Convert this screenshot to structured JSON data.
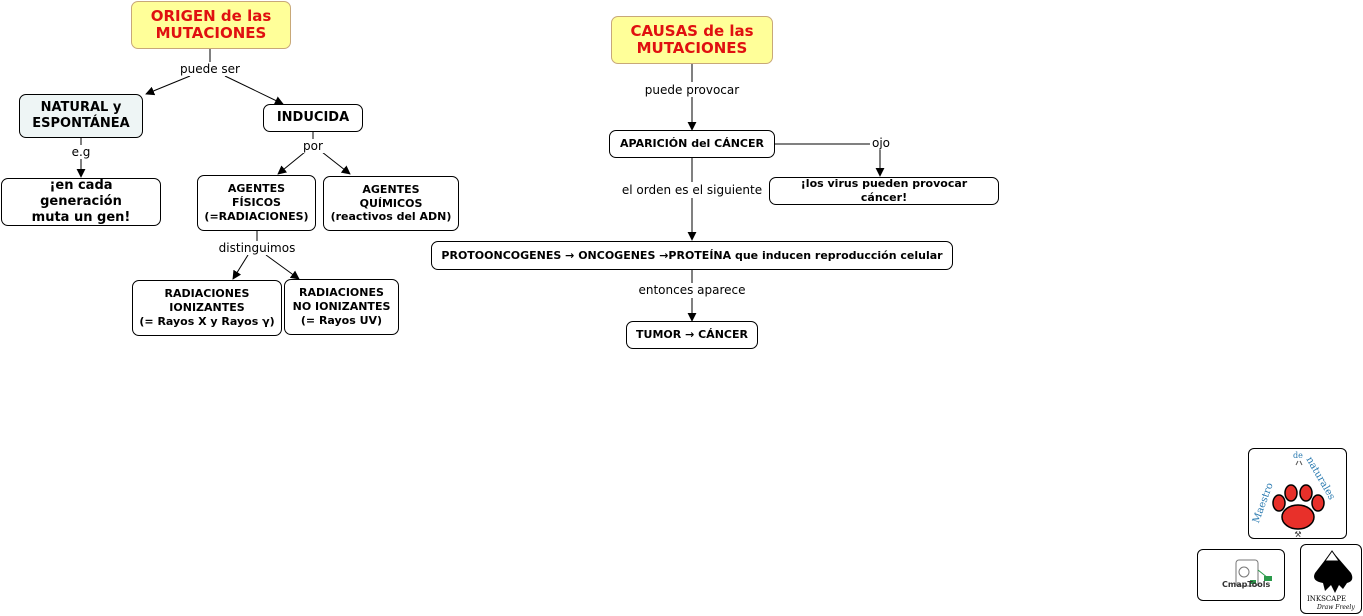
{
  "nodes": {
    "origen": "ORIGEN de las\nMUTACIONES",
    "causas": "CAUSAS de las\nMUTACIONES",
    "natural": "NATURAL y\nESPONTÁNEA",
    "inducida": "INDUCIDA",
    "gen": "¡en cada generación\nmuta un gen!",
    "fisicos": "AGENTES\nFÍSICOS\n(=RADIACIONES)",
    "quimicos": "AGENTES\nQUÍMICOS\n(reactivos del ADN)",
    "ionizantes": "RADIACIONES\nIONIZANTES\n(= Rayos X y Rayos γ)",
    "noionizantes": "RADIACIONES\nNO IONIZANTES\n(= Rayos UV)",
    "aparicion": "APARICIÓN del CÁNCER",
    "virus": "¡los virus pueden provocar cáncer!",
    "proto": "PROTOONCOGENES → ONCOGENES →PROTEÍNA que inducen reproducción celular",
    "tumor": "TUMOR → CÁNCER"
  },
  "links": {
    "puede_ser": "puede ser",
    "eg": "e.g",
    "por": "por",
    "distinguimos": "distinguimos",
    "puede_provocar": "puede provocar",
    "ojo": "ojo",
    "orden": "el orden es el siguiente",
    "entonces": "entonces aparece"
  },
  "logos": {
    "maestro_icon": "paw-print-logo",
    "maestro_words": [
      "Maestro",
      "de",
      "naturales"
    ],
    "cmaptools": "CmapTools",
    "inkscape": "INKSCAPE",
    "inkscape_tag": "Draw Freely"
  },
  "colors": {
    "title_fill": "#ffff99",
    "title_text": "#e01010",
    "paw": "#e8302a"
  }
}
